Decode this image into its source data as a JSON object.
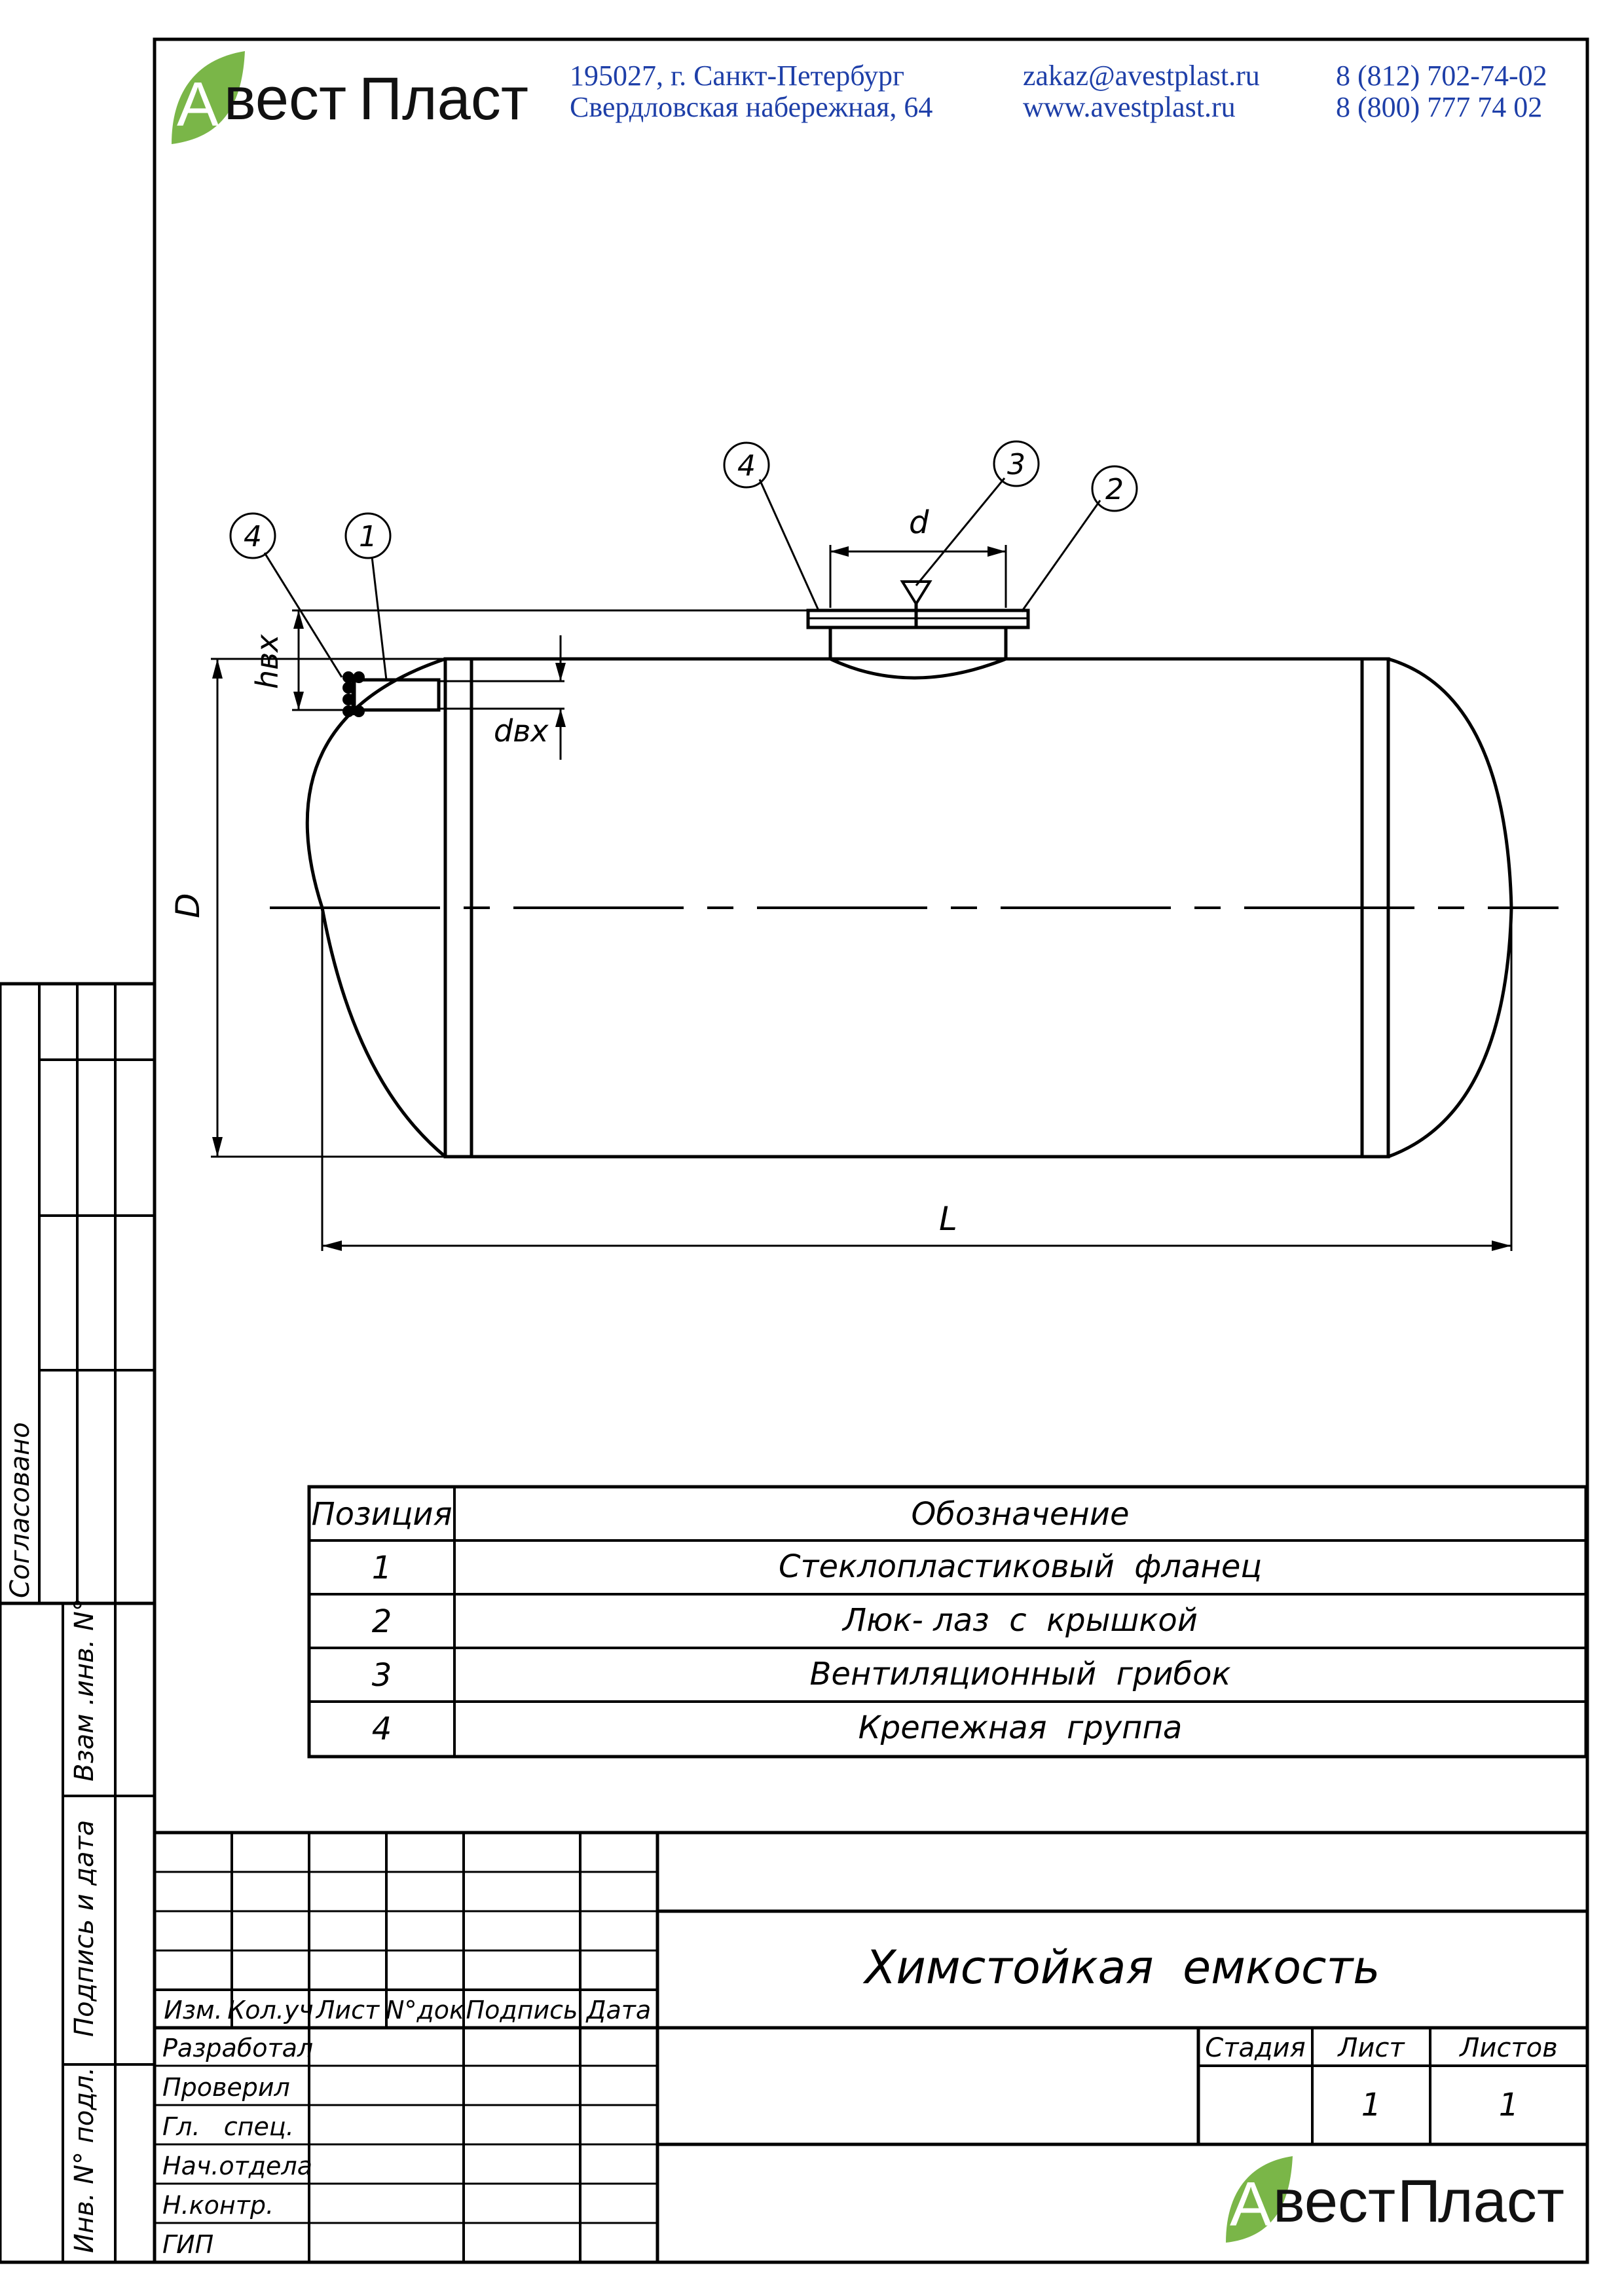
{
  "header": {
    "logo_letter": "А",
    "logo_rest_1": "вест",
    "logo_rest_2": "П",
    "logo_rest_3": "ласт",
    "address_line1": "195027, г. Санкт-Петербург",
    "address_line2": "Свердловская набережная, 64",
    "email": "zakaz@avestplast.ru",
    "website": "www.avestplast.ru",
    "phone1": "8 (812) 702-74-02",
    "phone2": "8 (800) 777 74 02",
    "brand_color": "#1e3fa8",
    "leaf_color": "#7ab648"
  },
  "drawing": {
    "callouts": {
      "c4_left": "4",
      "c1": "1",
      "c4_top": "4",
      "c3": "3",
      "c2": "2"
    },
    "dims": {
      "d": "d",
      "h_in": "hвх",
      "d_in": "dвх",
      "D": "D",
      "L": "L"
    }
  },
  "spec_table": {
    "headers": [
      "Позиция",
      "Обозначение"
    ],
    "rows": [
      {
        "pos": "1",
        "name": "Стеклопластиковый  фланец"
      },
      {
        "pos": "2",
        "name": "Люк- лаз  с  крышкой"
      },
      {
        "pos": "3",
        "name": "Вентиляционный  грибок"
      },
      {
        "pos": "4",
        "name": "Крепежная  группа"
      }
    ]
  },
  "side_strip": {
    "agreed": "Согласовано",
    "inv_swap": "Взам .инв. N°",
    "sign_date": "Подпись  и  дата",
    "inv_orig": "Инв.  N°  подл."
  },
  "title_block": {
    "title": "Химстойкая  емкость",
    "col_headers": [
      "Изм.",
      "Кол.уч",
      "Лист",
      "N°док",
      "Подпись",
      "Дата"
    ],
    "roles": [
      "Разработал",
      "Проверил",
      "Гл.   спец.",
      "Нач.отдела",
      "Н.контр.",
      "ГИП"
    ],
    "stage_label": "Стадия",
    "sheet_label": "Лист",
    "sheets_label": "Листов",
    "sheet_value": "1",
    "sheets_value": "1"
  }
}
